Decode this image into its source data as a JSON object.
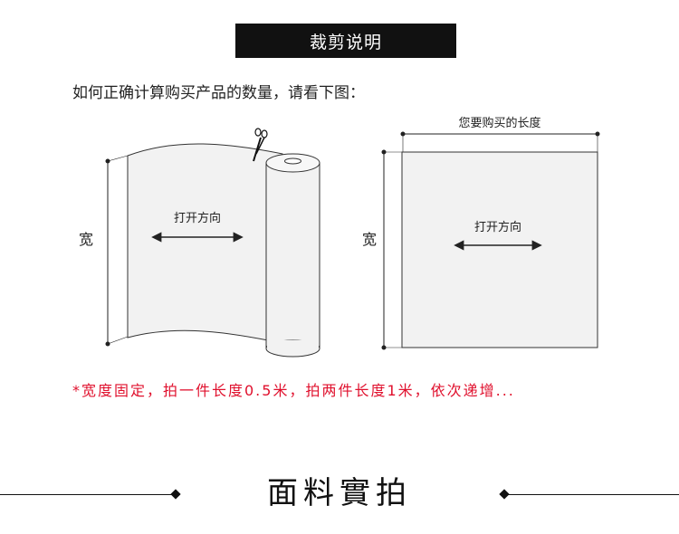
{
  "header": {
    "title": "裁剪说明"
  },
  "intro_text": "如何正确计算购买产品的数量，请看下图：",
  "left_figure": {
    "width_label": "宽",
    "direction_label": "打开方向"
  },
  "right_figure": {
    "length_label": "您要购买的长度",
    "width_label": "宽",
    "direction_label": "打开方向"
  },
  "note_text": "*宽度固定，拍一件长度0.5米，拍两件长度1米，依次递增...",
  "footer": {
    "title": "面料實拍"
  },
  "colors": {
    "banner_bg": "#111111",
    "note": "#e0102d",
    "lines": "#222222"
  }
}
